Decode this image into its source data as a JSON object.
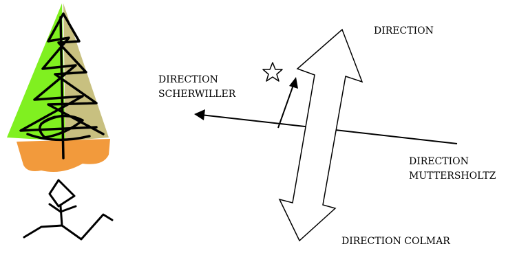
{
  "labels": {
    "north": "DIRECTION",
    "scherwiller_line1": "DIRECTION",
    "scherwiller_line2": "SCHERWILLER",
    "muttersholtz_line1": "DIRECTION",
    "muttersholtz_line2": "MUTTERSHOLTZ",
    "colmar": "DIRECTION COLMAR"
  },
  "colors": {
    "tree_green": "#80f020",
    "tree_khaki": "#c8c080",
    "tree_orange": "#f29a3c",
    "ink": "#000000",
    "background": "#ffffff"
  },
  "icons": [
    "star-icon",
    "stick-figure-icon",
    "tree-icon"
  ]
}
